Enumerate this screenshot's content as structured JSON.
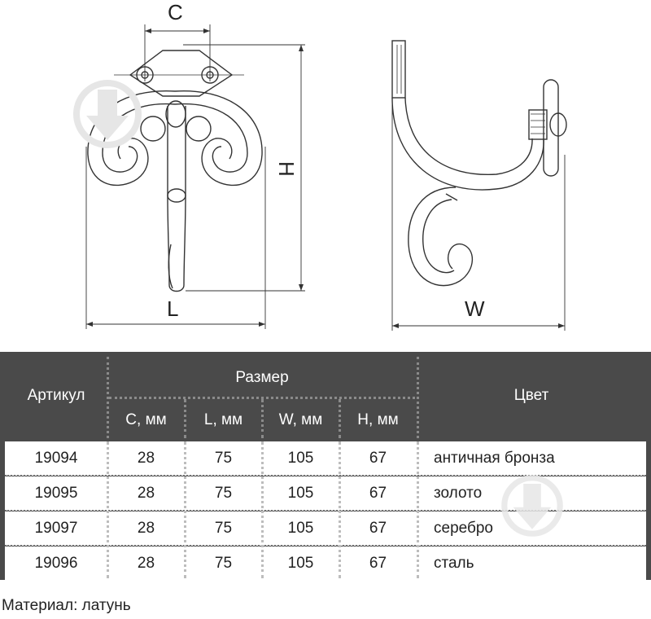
{
  "dimensions": {
    "c": "C",
    "h": "H",
    "l": "L",
    "w": "W"
  },
  "table": {
    "header": {
      "article": "Артикул",
      "size_group": "Размер",
      "color": "Цвет",
      "c_mm": "C, мм",
      "l_mm": "L, мм",
      "w_mm": "W, мм",
      "h_mm": "H, мм"
    },
    "rows": [
      {
        "article": "19094",
        "c": "28",
        "l": "75",
        "w": "105",
        "h": "67",
        "color": "античная бронза"
      },
      {
        "article": "19095",
        "c": "28",
        "l": "75",
        "w": "105",
        "h": "67",
        "color": "золото"
      },
      {
        "article": "19097",
        "c": "28",
        "l": "75",
        "w": "105",
        "h": "67",
        "color": "серебро"
      },
      {
        "article": "19096",
        "c": "28",
        "l": "75",
        "w": "105",
        "h": "67",
        "color": "сталь"
      }
    ]
  },
  "material": "Материал: латунь",
  "colors": {
    "header_bg": "#4a4a4a",
    "line": "#333333",
    "watermark": "#e6e6e6"
  }
}
